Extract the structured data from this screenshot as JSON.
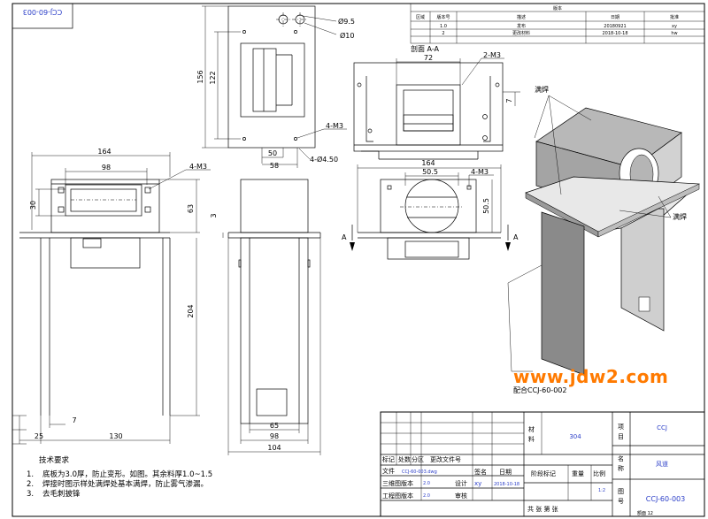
{
  "stamp": "CCJ-60-003",
  "revision_table": {
    "title": "版本",
    "headers": [
      "区域",
      "版本号",
      "描述",
      "日期",
      "批准"
    ],
    "rows": [
      [
        "",
        "1.0",
        "发布",
        "20180921",
        "xy"
      ],
      [
        "",
        "2",
        "更改材料",
        "2018-10-18",
        "hw"
      ]
    ]
  },
  "views": {
    "plate": {
      "dim_hole1": "Ø9.5",
      "dim_hole2": "Ø10",
      "dim_156": "156",
      "dim_122": "122",
      "dim_4m3": "4-M3",
      "dim_4_450": "4-Ø4.50",
      "dim_50": "50",
      "dim_58": "58"
    },
    "front": {
      "dim_164": "164",
      "dim_98": "98",
      "dim_4m3": "4-M3",
      "dim_30": "30",
      "dim_63": "63",
      "dim_204": "204",
      "dim_7": "7",
      "dim_25": "25",
      "dim_130": "130"
    },
    "side": {
      "dim_3": "3",
      "dim_65": "65",
      "dim_98": "98",
      "dim_104": "104"
    },
    "section": {
      "title": "剖面 A-A",
      "dim_72": "72",
      "dim_2m3": "2-M3",
      "dim_7": "7"
    },
    "top": {
      "dim_164": "164",
      "dim_505a": "50.5",
      "dim_4m3": "4-M3",
      "dim_505b": "50.5",
      "label_a_left": "A",
      "label_a_right": "A"
    },
    "iso": {
      "weld_label_1": "满焊",
      "weld_label_2": "满焊",
      "match_note": "配合CCJ-60-002"
    }
  },
  "watermark": "www.jdw2.com",
  "notes": {
    "title": "技术要求",
    "items": [
      {
        "n": "1.",
        "text": "底板为3.0厚，防止变形。如图。其余料厚1.0~1.5"
      },
      {
        "n": "2.",
        "text": "焊接时图示样处满焊处基本满焊，防止雾气渗漏。"
      },
      {
        "n": "3.",
        "text": "去毛刺披锋"
      }
    ]
  },
  "title_block": {
    "material_label": "材\n料",
    "material": "304",
    "project_label": "项\n目",
    "project": "CCJ",
    "name_label": "名\n称",
    "part_name": "风道",
    "drawing_no_label": "图\n号",
    "drawing_no": "CCJ-60-003",
    "rev_header": [
      "标记",
      "处数",
      "分区",
      "更改文件号",
      "签名",
      "日期"
    ],
    "file_label": "文件",
    "file_name": "CCJ-60-003.dwg",
    "model_ver_label": "三维图版本",
    "model_ver": "2.0",
    "eng_ver_label": "工程图版本",
    "eng_ver": "2.0",
    "design_label": "设计",
    "designer": "xy",
    "design_date": "2018-10-18",
    "review_label": "审核",
    "stage_label": "阶段标记",
    "weight_label": "重量",
    "scale_label": "比例",
    "scale": "1:2",
    "sheet_label": "共     张   第     张",
    "doc_code": "额面   12"
  }
}
